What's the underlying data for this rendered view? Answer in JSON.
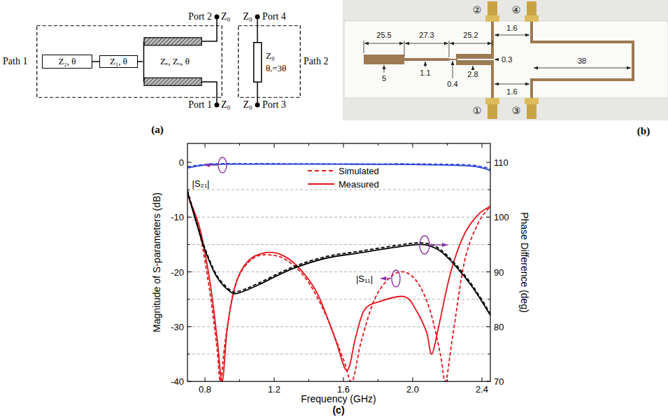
{
  "diagram": {
    "nodes": [
      {
        "text": [
          "Path 1"
        ]
      },
      {
        "text": [
          "Z₂, θ"
        ],
        "in": 0
      },
      {
        "text": [
          "Z₁, θ"
        ],
        "in": 0
      },
      {
        "text": [
          "Zₑ, Zₒ, θ"
        ],
        "in": 0
      },
      {
        "text": [
          "Path 2"
        ]
      },
      {
        "text": [
          "Z₀",
          "θᵣ=3θ"
        ],
        "in": 4
      }
    ],
    "edges": [
      {
        "from": 1,
        "to": 2,
        "arrow": "none"
      },
      {
        "from": 2,
        "to": 3,
        "arrow": "none"
      }
    ],
    "labels": [
      "Port 2",
      "Z₀",
      "Z₀",
      "Port 4",
      "Port 1",
      "Z₀",
      "Z₀",
      "Port 3",
      "(a)",
      "②",
      "④",
      "25.5",
      "27.3",
      "25.2",
      "1.6",
      "0.3",
      "38",
      "5",
      "1.1",
      "0.4",
      "2.8",
      "①",
      "1.6",
      "③",
      "(b)",
      "0",
      "-10",
      "-20",
      "-30",
      "-40",
      "110",
      "100",
      "90",
      "80",
      "70",
      "0.8",
      "1.2",
      "1.6",
      "2.0",
      "2.4",
      "|S₂₁|",
      "|S₁₁|",
      "Magnitude of S-parameters (dB)",
      "Phase Difference (deg)",
      "Frequency (GHz)",
      "(c)"
    ],
    "legend": [
      {
        "text": "Simulated"
      },
      {
        "text": "Measured"
      }
    ]
  }
}
